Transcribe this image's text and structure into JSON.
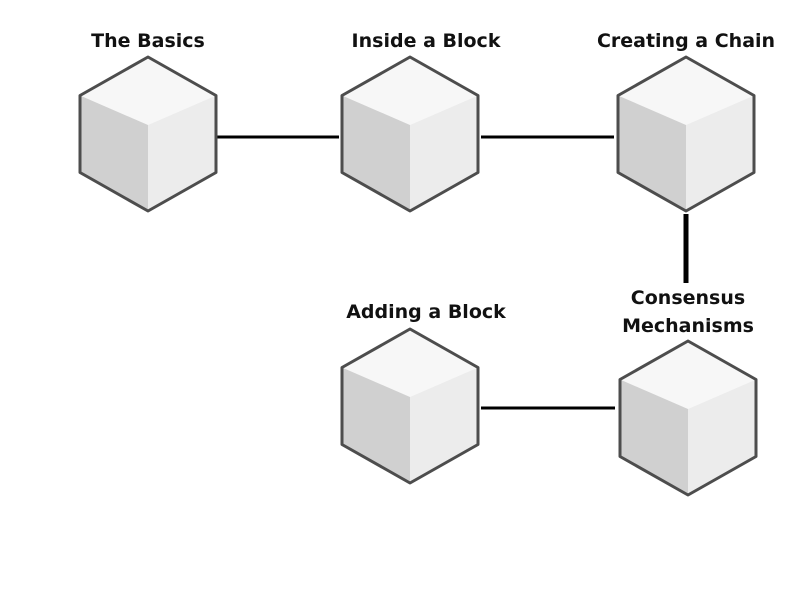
{
  "blocks": [
    {
      "id": "basics",
      "label_lines": [
        "The Basics"
      ]
    },
    {
      "id": "inside",
      "label_lines": [
        "Inside a Block"
      ]
    },
    {
      "id": "chain",
      "label_lines": [
        "Creating a Chain"
      ]
    },
    {
      "id": "consensus",
      "label_lines": [
        "Consensus",
        "Mechanisms"
      ]
    },
    {
      "id": "adding",
      "label_lines": [
        "Adding a Block"
      ]
    }
  ],
  "links": [
    {
      "from": "basics",
      "to": "inside"
    },
    {
      "from": "inside",
      "to": "chain"
    },
    {
      "from": "chain",
      "to": "consensus"
    },
    {
      "from": "adding",
      "to": "consensus"
    }
  ],
  "colors": {
    "outline": "#4d4d4d",
    "top_face": "#f7f7f7",
    "left_face": "#d0d0d0",
    "right_face": "#ececec",
    "connector": "#000000"
  }
}
